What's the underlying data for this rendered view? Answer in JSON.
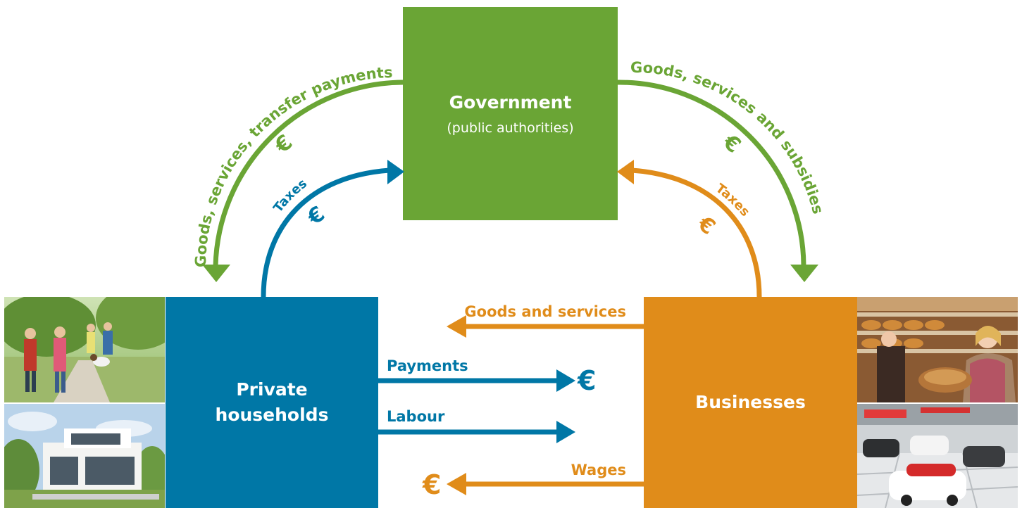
{
  "colors": {
    "government": "#6aa535",
    "households": "#0077a6",
    "businesses": "#e08c1a"
  },
  "nodes": {
    "government": {
      "title": "Government",
      "subtitle": "(public authorities)"
    },
    "households": {
      "title": "Private households"
    },
    "businesses": {
      "title": "Businesses"
    }
  },
  "flows": {
    "gov_to_households": "Goods, services, transfer payments",
    "households_to_gov": "Taxes",
    "gov_to_businesses": "Goods, services and subsidies",
    "businesses_to_gov": "Taxes",
    "businesses_to_households": "Goods and services",
    "households_payments": "Payments",
    "households_labour": "Labour",
    "businesses_wages": "Wages"
  },
  "symbols": {
    "euro": "€"
  },
  "icons": {
    "households_top": "family-walking-photo",
    "households_bottom": "modern-house-photo",
    "businesses_top": "bakery-photo",
    "businesses_bottom": "car-showroom-photo"
  }
}
